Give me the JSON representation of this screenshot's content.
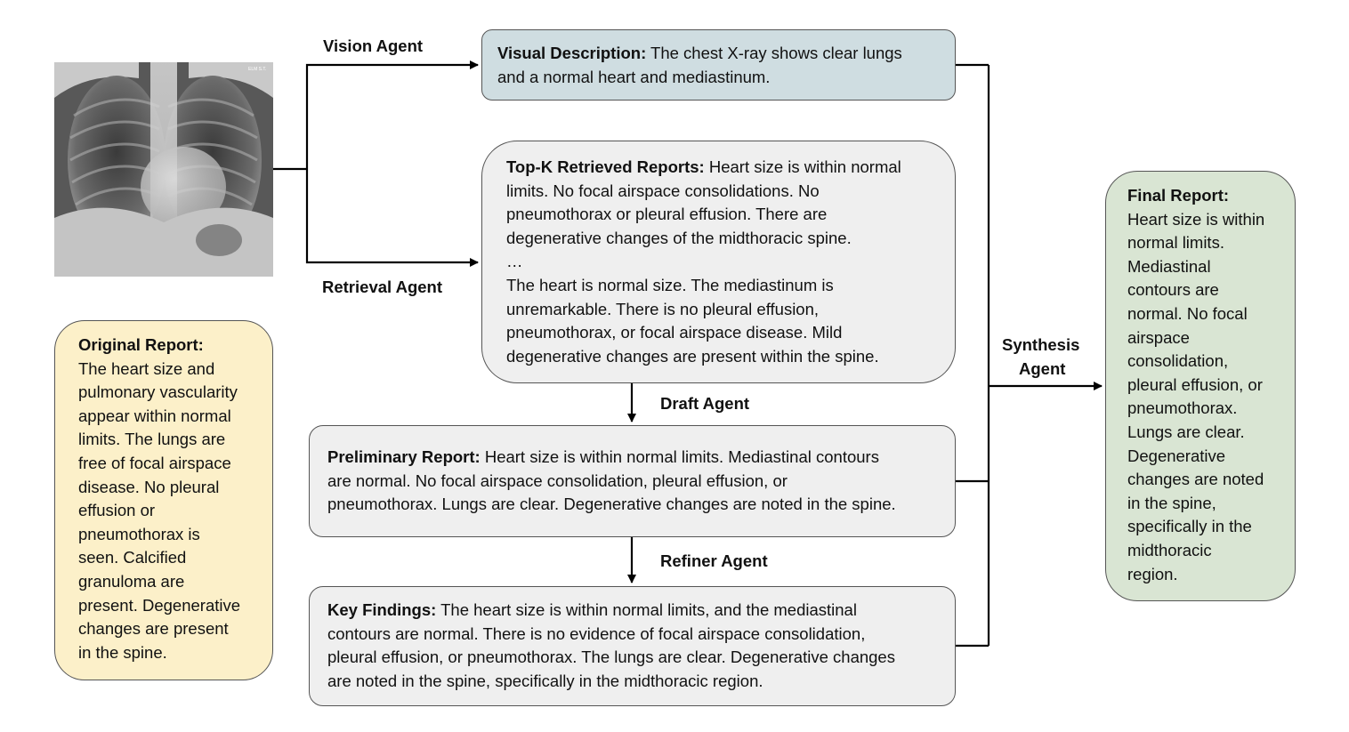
{
  "labels": {
    "vision_agent": "Vision Agent",
    "retrieval_agent": "Retrieval Agent",
    "draft_agent": "Draft Agent",
    "refiner_agent": "Refiner Agent",
    "synthesis_agent_line1": "Synthesis",
    "synthesis_agent_line2": "Agent"
  },
  "xray": {
    "corner_text": "ELM S.T."
  },
  "visual_description": {
    "heading": "Visual Description:",
    "lines": [
      " The chest X-ray shows clear lungs",
      "and a normal heart and mediastinum."
    ]
  },
  "retrieved_reports": {
    "heading": "Top-K Retrieved Reports:",
    "lines": [
      " Heart size is within normal",
      "limits. No focal airspace consolidations. No",
      "pneumothorax or pleural effusion. There are",
      "degenerative changes of the midthoracic spine.",
      "…",
      "The heart is normal size. The mediastinum is",
      "unremarkable. There is no pleural effusion,",
      "pneumothorax, or focal airspace disease. Mild",
      "degenerative changes are present within the spine."
    ]
  },
  "preliminary_report": {
    "heading": "Preliminary Report:",
    "lines": [
      " Heart size is within normal limits. Mediastinal contours",
      "are normal. No focal airspace consolidation, pleural effusion, or",
      "pneumothorax. Lungs are clear. Degenerative changes are noted in the spine."
    ]
  },
  "key_findings": {
    "heading": "Key Findings:",
    "lines": [
      " The heart size is within normal limits, and the mediastinal",
      "contours are normal. There is no evidence of focal airspace consolidation,",
      "pleural effusion, or pneumothorax. The lungs are clear. Degenerative changes",
      "are noted in the spine, specifically in the midthoracic region."
    ]
  },
  "original_report": {
    "heading": "Original Report:",
    "lines": [
      "The heart size and",
      "pulmonary vascularity",
      "appear within normal",
      "limits. The lungs are",
      "free of focal airspace",
      "disease. No pleural",
      "effusion or",
      "pneumothorax is",
      "seen. Calcified",
      "granuloma are",
      "present. Degenerative",
      "changes are present",
      "in the spine."
    ]
  },
  "final_report": {
    "heading": "Final Report:",
    "lines": [
      "Heart size is within",
      "normal limits.",
      "Mediastinal",
      "contours are",
      "normal. No focal",
      "airspace",
      "consolidation,",
      "pleural effusion, or",
      "pneumothorax.",
      "Lungs are clear.",
      "Degenerative",
      "changes are noted",
      "in the spine,",
      "specifically in the",
      "midthoracic",
      "region."
    ]
  },
  "colors": {
    "visual_box": "#cfdde1",
    "report_box": "#efefef",
    "original_box": "#fcf0c9",
    "final_box": "#d9e5d3",
    "arrow": "#000000"
  }
}
